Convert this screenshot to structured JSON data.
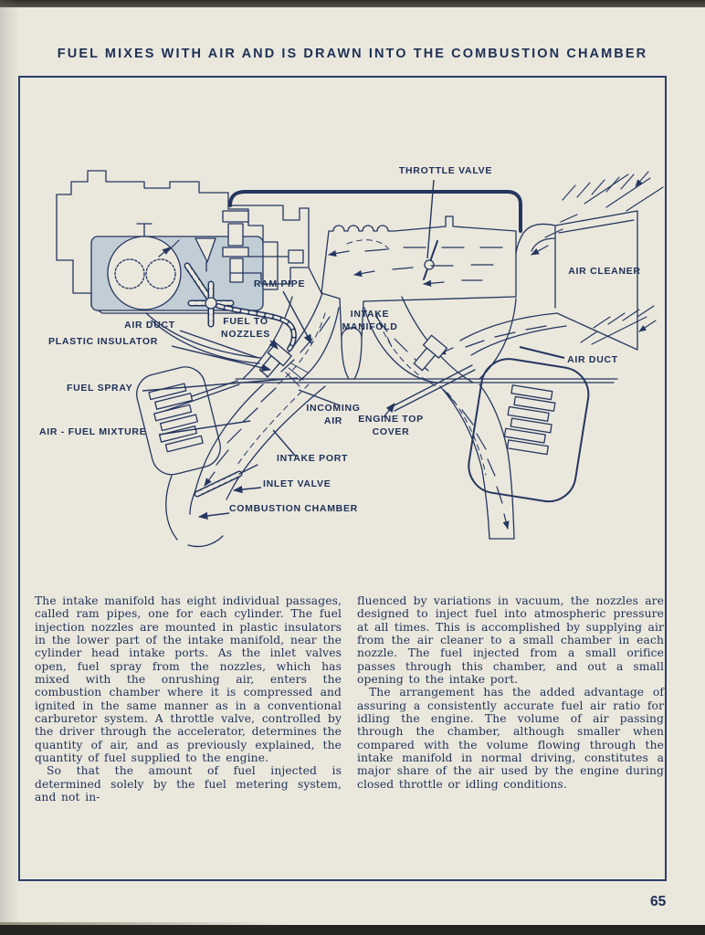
{
  "page": {
    "title": "FUEL MIXES WITH AIR AND IS DRAWN INTO THE COMBUSTION CHAMBER",
    "page_number": "65"
  },
  "colors": {
    "ink": "#24365f",
    "paper": "#eae7dd",
    "chamber_shade": "#c2ced6",
    "border": "#2c3f68"
  },
  "diagram": {
    "labels": {
      "throttle_valve": "THROTTLE VALVE",
      "air_cleaner": "AIR CLEANER",
      "ram_pipe": "RAM PIPE",
      "intake_manifold": "INTAKE MANIFOLD",
      "fuel_to_nozzles": "FUEL TO NOZZLES",
      "air_duct_left": "AIR DUCT",
      "plastic_insulator": "PLASTIC INSULATOR",
      "air_duct_right": "AIR DUCT",
      "fuel_spray": "FUEL SPRAY",
      "air_fuel_mixture": "AIR - FUEL MIXTURE",
      "incoming_air": "INCOMING AIR",
      "engine_top_cover": "ENGINE TOP COVER",
      "intake_port": "INTAKE PORT",
      "inlet_valve": "INLET VALVE",
      "combustion_chamber": "COMBUSTION CHAMBER"
    }
  },
  "article": {
    "left": {
      "p1": "The intake manifold has eight individual passages, called ram pipes, one for each cylinder.  The fuel injection nozzles are mounted in plastic insulators in the lower part of the intake manifold, near the cylinder head intake ports.  As the inlet valves open, fuel spray from the nozzles, which has mixed with the onrushing air, enters the combustion chamber where it is compressed and ignited in the same manner as in a conventional carburetor system.  A throttle valve, controlled by the driver through the accelerator, determines the quantity of air, and as previously explained, the quantity of fuel supplied to the engine.",
      "p2": "So that the amount of fuel injected is determined solely by the fuel metering system, and not in-"
    },
    "right": {
      "p1": "fluenced by variations in vacuum, the nozzles are designed to inject fuel into atmospheric pressure at all times.  This is accomplished by supplying air from the air cleaner to a small chamber in each nozzle.  The fuel injected from a small orifice passes through this chamber, and out a small opening to the intake port.",
      "p2": "The arrangement has the added advantage of assuring a consistently accurate fuel air ratio for idling the engine.  The volume of air passing through the chamber, although smaller when compared with the volume flowing through the intake manifold in normal driving, constitutes a major share of the air used by the engine during closed throttle or idling conditions."
    }
  }
}
